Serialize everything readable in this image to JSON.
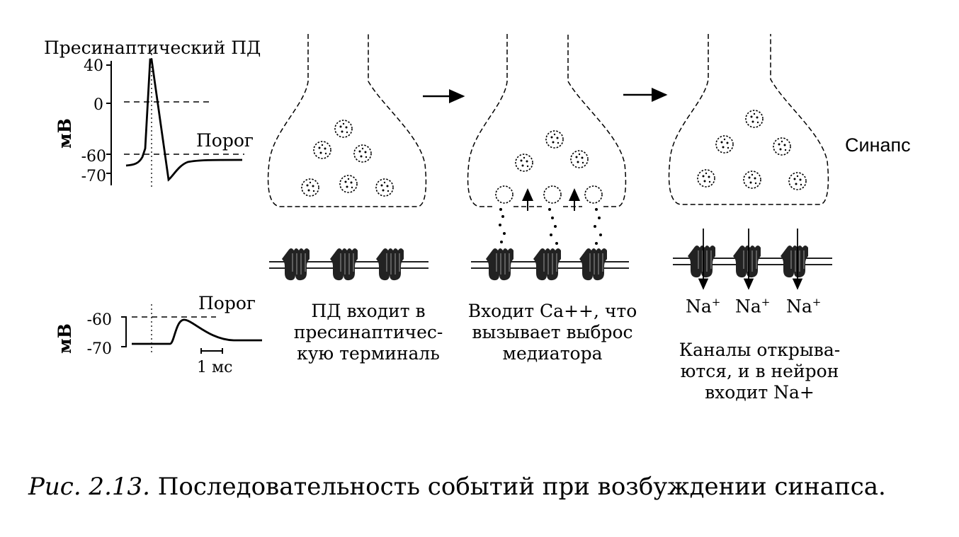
{
  "top_graph": {
    "title": "Пресинаптический ПД",
    "ylabel": "мВ",
    "threshold_label": "Порог",
    "ticks": [
      "40",
      "0",
      "-60",
      "-70"
    ]
  },
  "bottom_graph": {
    "ylabel": "мВ",
    "threshold_label": "Порог",
    "ticks": [
      "-60",
      "-70"
    ],
    "scale_label": "1 мс"
  },
  "stages": [
    {
      "lines": [
        "ПД входит в",
        "пресинаптичес-",
        "кую терминаль"
      ]
    },
    {
      "lines": [
        "Входит Ca++, что",
        "вызывает выброс",
        "медиатора"
      ]
    },
    {
      "lines": [
        "Каналы открыва-",
        "ются, и в нейрон",
        "входит Na+"
      ]
    }
  ],
  "ions": {
    "label": "Na",
    "charge": "+"
  },
  "synapse_label": "Синапс",
  "caption": {
    "number": "Рис. 2.13.",
    "text": "Последовательность событий при возбуждении синапса."
  }
}
